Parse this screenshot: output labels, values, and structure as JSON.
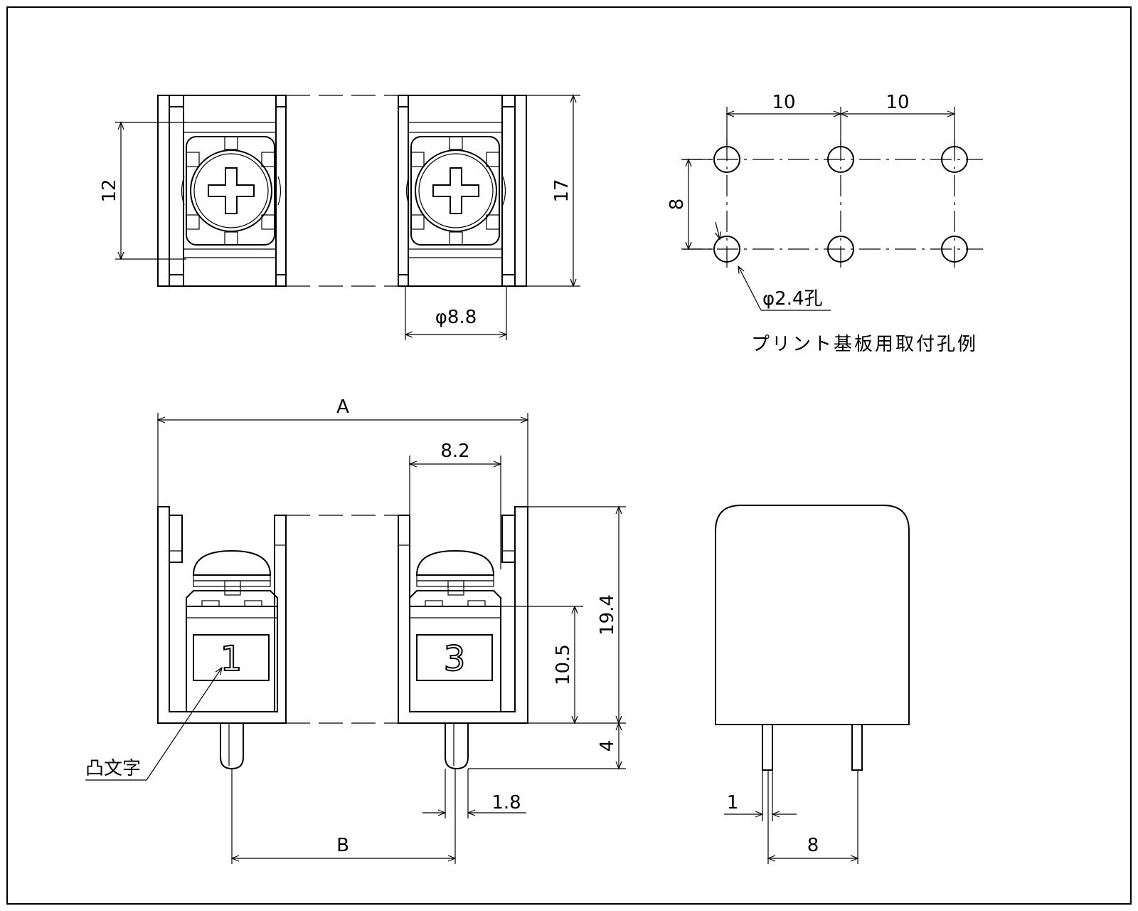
{
  "dimensions": {
    "top_height_12": "12",
    "top_height_17": "17",
    "top_dia": "φ8.8",
    "hole_pitch_1": "10",
    "hole_pitch_2": "10",
    "hole_row_pitch": "8",
    "hole_dia": "φ2.4孔",
    "overall_width": "A",
    "terminal_width": "8.2",
    "height_19_4": "19.4",
    "height_10_5": "10.5",
    "pin_length": "4",
    "pin_dia": "1.8",
    "pin_pitch": "B",
    "side_pin_thick": "1",
    "side_pin_pitch": "8"
  },
  "labels": {
    "pcb_hole_caption": "プリント基板用取付孔例",
    "raised_letters": "凸文字",
    "terminal_1": "1",
    "terminal_3": "3"
  }
}
